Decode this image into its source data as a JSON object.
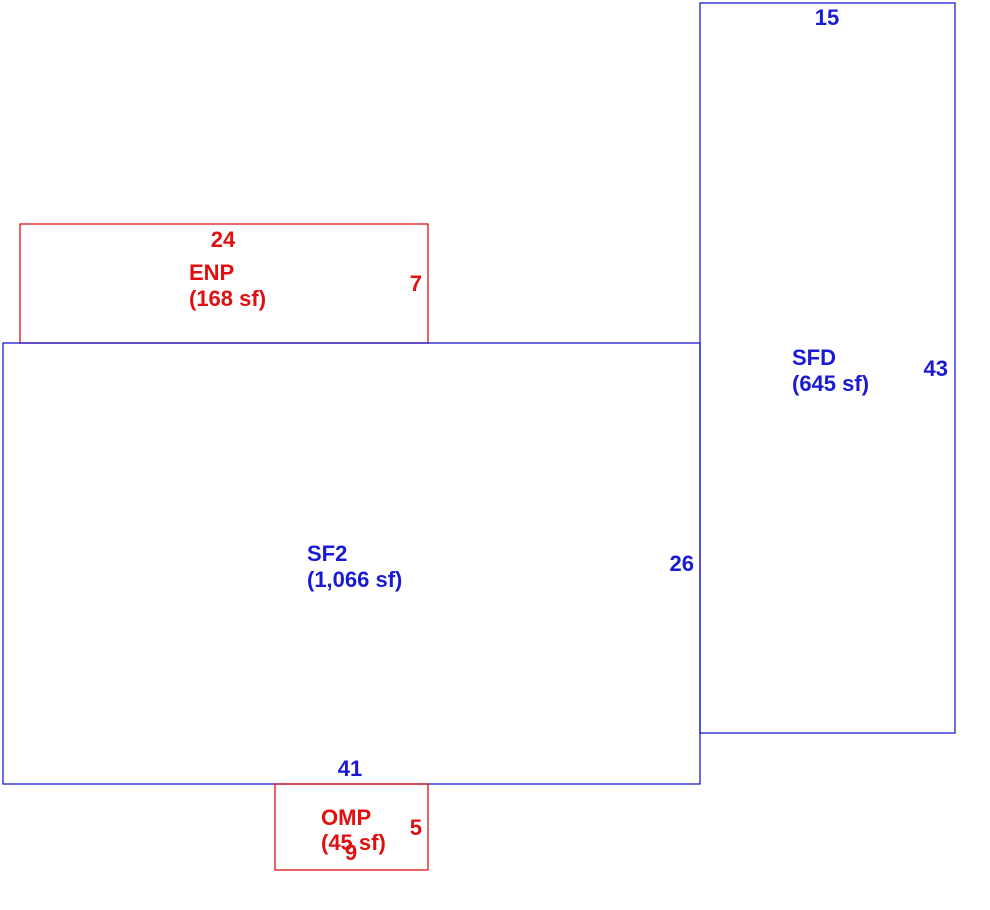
{
  "colors": {
    "living": "#1a1ad4",
    "porch": "#e01010"
  },
  "areas": [
    {
      "id": "sfd",
      "code": "SFD",
      "area_label": "(645 sf)",
      "kind": "living",
      "dims": [
        "15",
        "43"
      ]
    },
    {
      "id": "enp",
      "code": "ENP",
      "area_label": "(168 sf)",
      "kind": "porch",
      "dims": [
        "24",
        "7"
      ]
    },
    {
      "id": "sf2",
      "code": "SF2",
      "area_label": "(1,066 sf)",
      "kind": "living",
      "dims": [
        "41",
        "26"
      ]
    },
    {
      "id": "omp",
      "code": "OMP",
      "area_label": "(45 sf)",
      "kind": "porch",
      "dims": [
        "9",
        "5"
      ]
    }
  ]
}
